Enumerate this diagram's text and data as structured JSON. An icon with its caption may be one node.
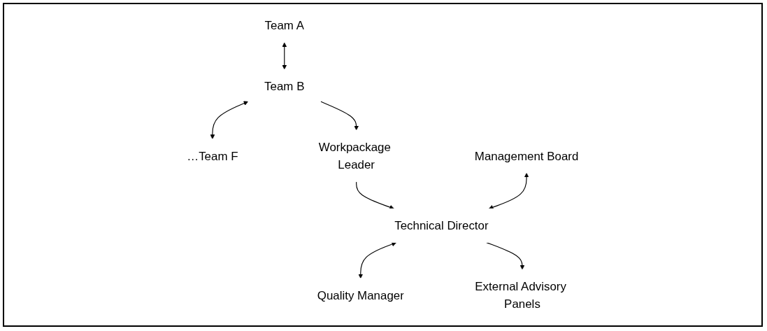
{
  "diagram": {
    "nodes": [
      {
        "text": [
          "Team A"
        ]
      },
      {
        "text": [
          "Team B"
        ]
      },
      {
        "text": [
          "…Team F"
        ]
      },
      {
        "text": [
          "Workpackage Leader"
        ]
      },
      {
        "text": [
          "Management Board"
        ]
      },
      {
        "text": [
          "Technical Director"
        ]
      },
      {
        "text": [
          "Quality Manager"
        ]
      },
      {
        "text": [
          "External Advisory Panels"
        ]
      }
    ],
    "edges": [
      {
        "from": 0,
        "to": 1,
        "arrow": "both"
      },
      {
        "from": 1,
        "to": 2,
        "arrow": "both"
      },
      {
        "from": 1,
        "to": 3,
        "arrow": "to"
      },
      {
        "from": 3,
        "to": 5,
        "arrow": "to"
      },
      {
        "from": 4,
        "to": 5,
        "arrow": "both"
      },
      {
        "from": 5,
        "to": 6,
        "arrow": "both"
      },
      {
        "from": 5,
        "to": 7,
        "arrow": "to"
      }
    ]
  }
}
